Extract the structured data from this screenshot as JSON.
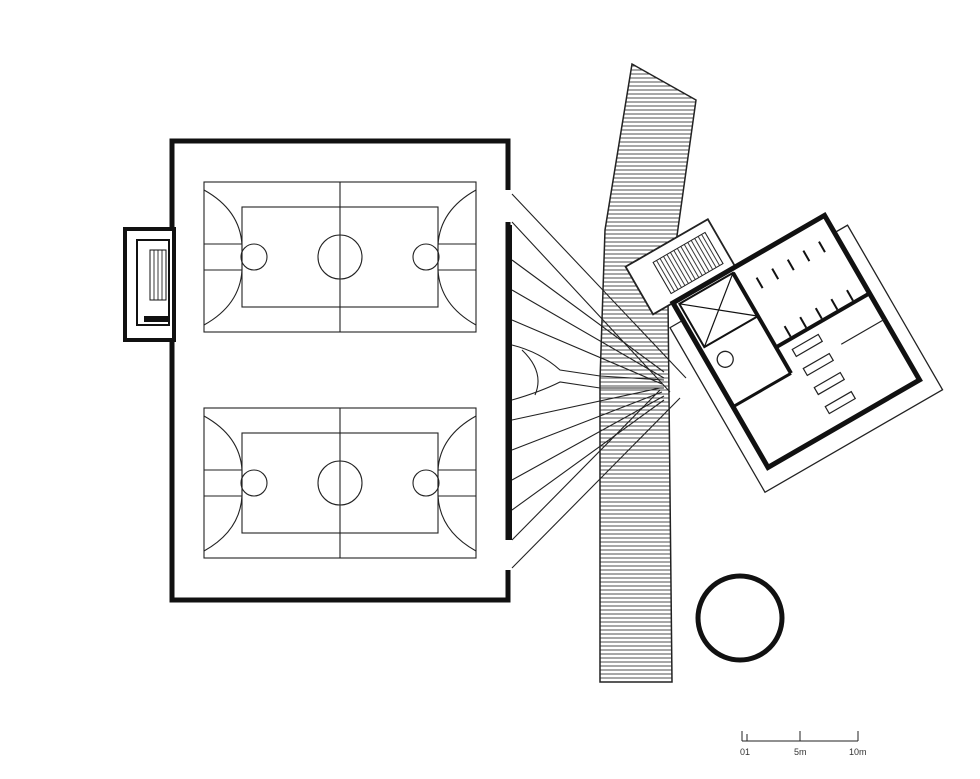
{
  "drawing": {
    "type": "architectural-floor-plan",
    "line_color": "#111111",
    "background_color": "#ffffff",
    "elements": [
      "sports-hall",
      "basketball-court-north",
      "basketball-court-south",
      "entry-stair",
      "glazed-bridge-paths",
      "hatched-ramp",
      "changing-room-pavilion",
      "circular-pavilion"
    ]
  },
  "scale_bar": {
    "labels": [
      "01",
      "5m",
      "10m"
    ]
  }
}
